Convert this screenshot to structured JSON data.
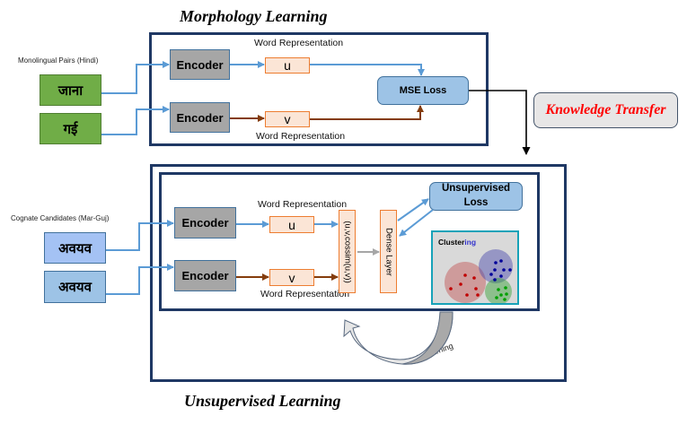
{
  "titles": {
    "top": "Morphology Learning",
    "bottom": "Unsupervised Learning"
  },
  "top_section": {
    "input_caption": "Monolingual Pairs  (Hindi)",
    "inputs": [
      "जाना",
      "गई"
    ],
    "encoder_label": "Encoder",
    "word_rep_label": "Word Representation",
    "vectors": [
      "u",
      "v"
    ],
    "loss_label": "MSE Loss"
  },
  "knowledge_transfer": "Knowledge Transfer",
  "bottom_section": {
    "input_caption": "Cognate Candidates  (Mar-Guj)",
    "inputs": [
      "अवयव",
      "अवयव"
    ],
    "encoder_label": "Encoder",
    "word_rep_label": "Word Representation",
    "vectors": [
      "u",
      "v"
    ],
    "concat_label": "(u,v,cossim(u,v))",
    "dense_label": "Dense Layer",
    "loss_label_line1": "Unsupervised",
    "loss_label_line2": "Loss",
    "clustering_prefix": "Cluster",
    "clustering_suffix": "ing",
    "self_learning": "Self Learning"
  },
  "colors": {
    "frame": "#1f3864",
    "arrow_blue": "#5b9bd5",
    "arrow_brown": "#843c0c",
    "arrow_gray": "#a6a6a6",
    "kt_text": "#ff0000",
    "cluster_red": "#c00000",
    "cluster_blue": "#000099",
    "cluster_green": "#00a000"
  }
}
